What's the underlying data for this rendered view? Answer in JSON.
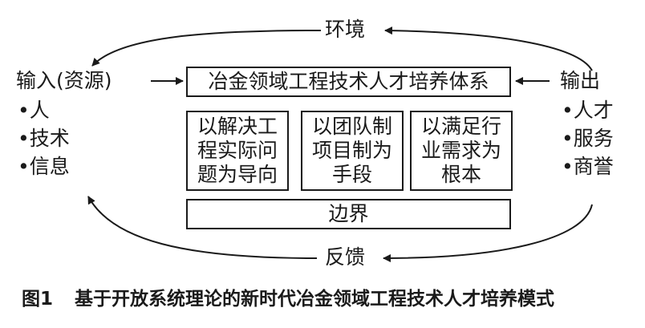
{
  "diagram": {
    "top_label": "环境",
    "bottom_label": "反馈",
    "input_title": "输入(资源)",
    "input_items": [
      "人",
      "技术",
      "信息"
    ],
    "output_title": "输出",
    "output_items": [
      "人才",
      "服务",
      "商誉"
    ],
    "system_title": "冶金领域工程技术人才培养体系",
    "pillars": [
      "以解决工程实际问题为导向",
      "以团队制项目制为手段",
      "以满足行业需求为根本"
    ],
    "boundary_label": "边界",
    "bullet": "•"
  },
  "caption": {
    "figure_number": "图1",
    "title": "基于开放系统理论的新时代冶金领域工程技术人才培养模式"
  }
}
